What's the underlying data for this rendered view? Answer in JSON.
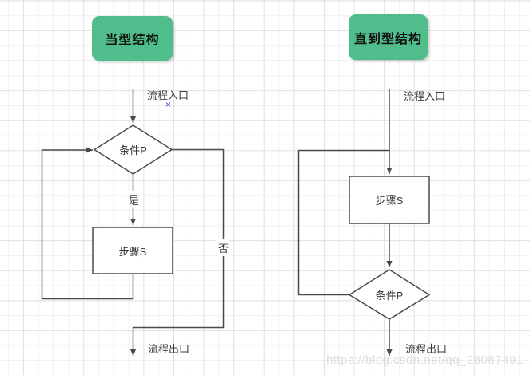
{
  "while_diagram": {
    "title": "当型结构",
    "entry_label": "流程入口",
    "entry_marker": "×",
    "condition_label": "条件P",
    "yes_label": "是",
    "no_label": "否",
    "step_label": "步骤S",
    "exit_label": "流程出口"
  },
  "until_diagram": {
    "title": "直到型结构",
    "entry_label": "流程入口",
    "step_label": "步骤S",
    "condition_label": "条件P",
    "exit_label": "流程出口"
  },
  "watermark_text": "https://blog.csdn.net/qq_28087491",
  "colors": {
    "title_node_fill": "#50be8c",
    "connector_line": "#4a4a4a",
    "grid_minor": "#f1f1f1",
    "grid_major": "#e2e2e2",
    "entry_marker_blue": "#2b4acb",
    "watermark_gray": "#c9cbcd"
  }
}
